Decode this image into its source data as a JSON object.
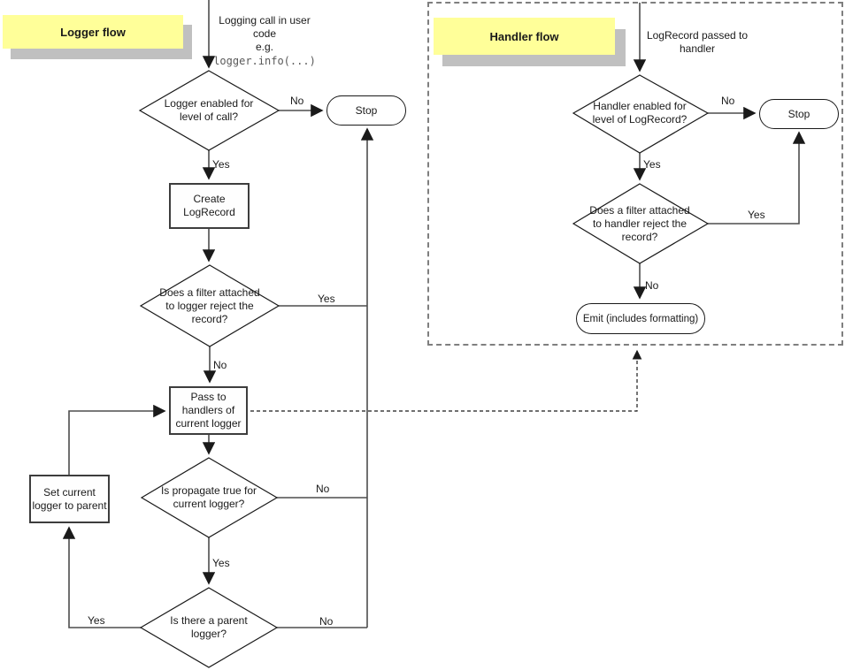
{
  "colors": {
    "note_bg": "#FFFF99",
    "note_shadow": "#C0C0C0",
    "line": "#4d4d4d"
  },
  "logger_flow": {
    "title": "Logger flow",
    "start_note": "Logging call in user\ncode\ne.g.",
    "start_code": "logger.info(...)",
    "decision_enabled": "Logger enabled for\nlevel of call?",
    "stop": "Stop",
    "create_record": "Create\nLogRecord",
    "decision_filter": "Does a filter attached\nto logger reject the\nrecord?",
    "pass_handlers": "Pass to\nhandlers of\ncurrent logger",
    "decision_propagate": "Is propagate true for\ncurrent logger?",
    "set_parent": "Set current\nlogger to parent",
    "decision_parent": "Is there a parent\nlogger?",
    "labels": {
      "enabled_no": "No",
      "enabled_yes": "Yes",
      "filter_yes": "Yes",
      "filter_no": "No",
      "propagate_no": "No",
      "propagate_yes": "Yes",
      "parent_yes": "Yes",
      "parent_no": "No"
    }
  },
  "handler_flow": {
    "title": "Handler flow",
    "start_note": "LogRecord passed to\nhandler",
    "decision_enabled": "Handler enabled for\nlevel of LogRecord?",
    "stop": "Stop",
    "decision_filter": "Does a filter attached\nto handler reject the\nrecord?",
    "emit": "Emit (includes formatting)",
    "labels": {
      "enabled_no": "No",
      "enabled_yes": "Yes",
      "filter_yes": "Yes",
      "filter_no": "No"
    }
  }
}
